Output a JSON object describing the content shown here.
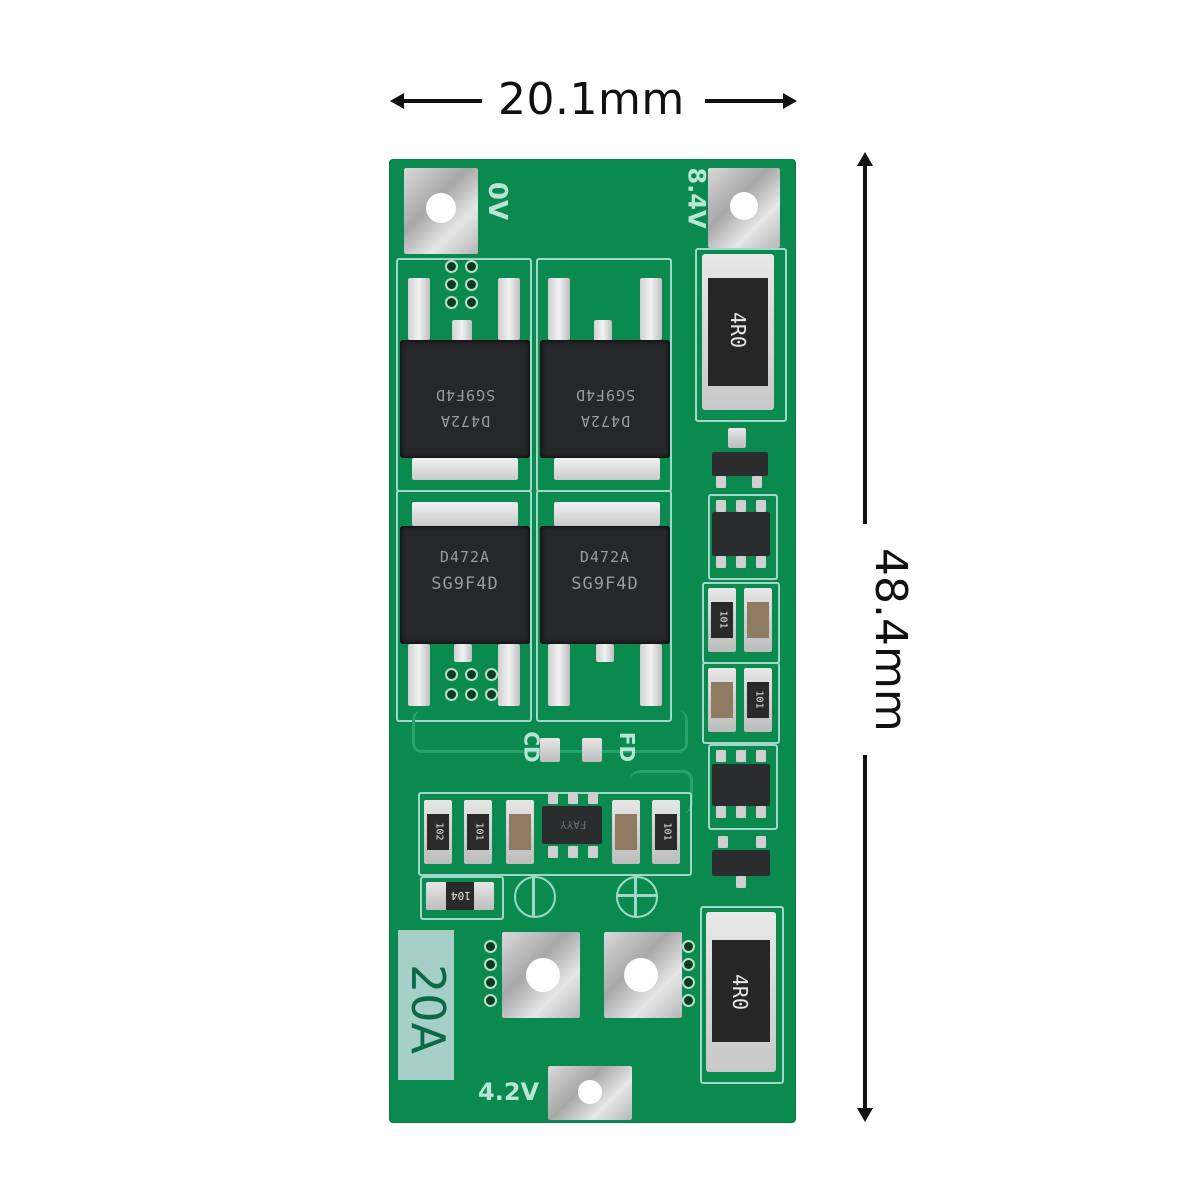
{
  "image": {
    "description": "Product photo of a green 2S Li-ion battery protection PCB with dimension annotations",
    "background_color": "#ffffff",
    "board_color": "#0b8a50",
    "silkscreen_color": "#9fd8c8"
  },
  "dimensions": {
    "width_label": "20.1mm",
    "height_label": "48.4mm"
  },
  "board_labels": {
    "top_left_terminal": "0V",
    "top_right_terminal": "8.4V",
    "bottom_terminal": "4.2V",
    "current_rating": "20A",
    "charge_driver": "CD",
    "discharge_driver": "FD"
  },
  "mosfets": [
    {
      "line1": "SG9F4D",
      "line2": "D472A",
      "orientation": "rotated-180"
    },
    {
      "line1": "SG9F4D",
      "line2": "D472A",
      "orientation": "rotated-180"
    },
    {
      "line1": "D472A",
      "line2": "SG9F4D",
      "orientation": "normal"
    },
    {
      "line1": "D472A",
      "line2": "SG9F4D",
      "orientation": "normal"
    }
  ],
  "sense_resistors": [
    {
      "marking": "4R0"
    },
    {
      "marking": "4R0"
    }
  ],
  "smd_resistors": [
    {
      "marking": "101"
    },
    {
      "marking": "101"
    },
    {
      "marking": "102"
    },
    {
      "marking": "101"
    },
    {
      "marking": "101"
    },
    {
      "marking": "104"
    }
  ],
  "ic_marking": "FAYY"
}
